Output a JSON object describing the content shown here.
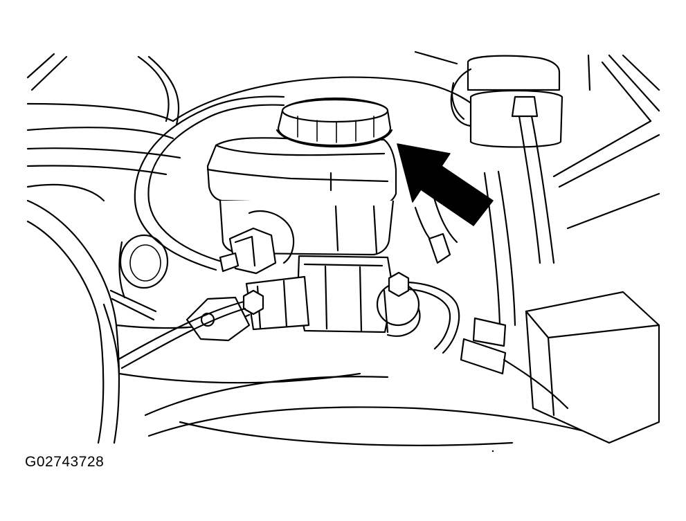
{
  "figure": {
    "id_label": "G02743728",
    "arrow_color": "#000000",
    "line_color": "#000000",
    "background": "#ffffff"
  },
  "parts": {
    "reservoir": "brake-fluid-reservoir",
    "cap": "reservoir-cap",
    "master_cylinder": "brake-master-cylinder",
    "booster": "brake-booster"
  }
}
